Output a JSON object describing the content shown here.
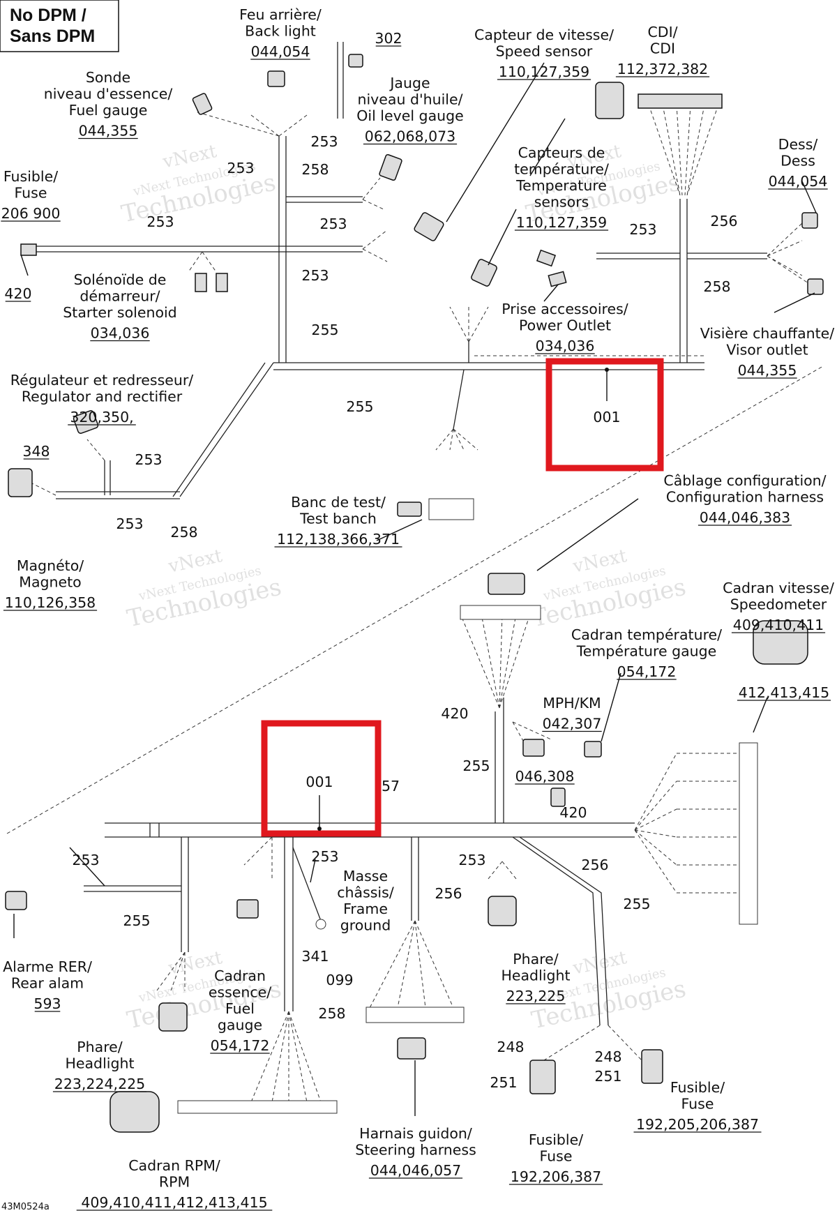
{
  "header": {
    "title_line1": "No DPM /",
    "title_line2": "Sans DPM"
  },
  "footer": {
    "code": "43M0524a"
  },
  "watermark": {
    "line1": "vNext",
    "line2": "vNext Technologies",
    "line3": "Technologies"
  },
  "colors": {
    "highlight": "#e0181e"
  },
  "callouts": [
    {
      "id": "feu-arriere",
      "lines": [
        "Feu arrière/",
        "Back light"
      ],
      "ref": "044,054"
    },
    {
      "id": "ref-302",
      "lines": [],
      "ref": "302"
    },
    {
      "id": "capteur-vitesse",
      "lines": [
        "Capteur de vitesse/",
        "Speed sensor"
      ],
      "ref": "110,127,359"
    },
    {
      "id": "cdi",
      "lines": [
        "CDI/",
        "CDI"
      ],
      "ref": "112,372,382"
    },
    {
      "id": "sonde-essence",
      "lines": [
        "Sonde",
        "niveau d'essence/",
        "Fuel gauge"
      ],
      "ref": "044,355"
    },
    {
      "id": "jauge-huile",
      "lines": [
        "Jauge",
        "niveau d'huile/",
        "Oil level gauge"
      ],
      "ref": "062,068,073"
    },
    {
      "id": "capteurs-temp",
      "lines": [
        "Capteurs de",
        "température/",
        "Temperature",
        "sensors"
      ],
      "ref": "110,127,359"
    },
    {
      "id": "dess",
      "lines": [
        "Dess/",
        "Dess"
      ],
      "ref": "044,054"
    },
    {
      "id": "fusible-top",
      "lines": [
        "Fusible/",
        "Fuse"
      ],
      "ref": "206 900"
    },
    {
      "id": "ref-420-top",
      "lines": [],
      "ref": "420"
    },
    {
      "id": "solenoide",
      "lines": [
        "Solénoïde de",
        "démarreur/",
        "Starter solenoid"
      ],
      "ref": "034,036"
    },
    {
      "id": "prise-acc",
      "lines": [
        "Prise accessoires/",
        "Power Outlet"
      ],
      "ref": "034,036"
    },
    {
      "id": "visiere",
      "lines": [
        "Visière chauffante/",
        "Visor outlet"
      ],
      "ref": "044,355"
    },
    {
      "id": "regulateur",
      "lines": [
        "Régulateur et redresseur/",
        "Regulator and rectifier"
      ],
      "ref": "320,350,"
    },
    {
      "id": "ref-348",
      "lines": [],
      "ref": "348"
    },
    {
      "id": "magneto",
      "lines": [
        "Magnéto/",
        "Magneto"
      ],
      "ref": "110,126,358"
    },
    {
      "id": "banc-test",
      "lines": [
        "Banc de test/",
        "Test banch"
      ],
      "ref": "112,138,366,371"
    },
    {
      "id": "cablage-config",
      "lines": [
        "Câblage configuration/",
        "Configuration harness"
      ],
      "ref": "044,046,383"
    },
    {
      "id": "cadran-vitesse",
      "lines": [
        "Cadran vitesse/",
        "Speedometer"
      ],
      "ref": "409,410,411"
    },
    {
      "id": "ref-412",
      "lines": [],
      "ref": "412,413,415"
    },
    {
      "id": "cadran-temp",
      "lines": [
        "Cadran température/",
        "Température gauge"
      ],
      "ref": "054,172"
    },
    {
      "id": "mph-km",
      "lines": [
        "MPH/KM"
      ],
      "ref": "042,307"
    },
    {
      "id": "ref-046-308",
      "lines": [],
      "ref": "046,308"
    },
    {
      "id": "alarme",
      "lines": [
        "Alarme RER/",
        "Rear alam"
      ],
      "ref": "593"
    },
    {
      "id": "masse",
      "lines": [
        "Masse",
        "châssis/",
        "Frame",
        "ground"
      ],
      "ref": ""
    },
    {
      "id": "phare-right",
      "lines": [
        "Phare/",
        "Headlight"
      ],
      "ref": "223,225"
    },
    {
      "id": "cadran-essence",
      "lines": [
        "Cadran",
        "essence/",
        "Fuel",
        "gauge"
      ],
      "ref": "054,172"
    },
    {
      "id": "phare-left",
      "lines": [
        "Phare/",
        "Headlight"
      ],
      "ref": "223,224,225"
    },
    {
      "id": "harnais-guidon",
      "lines": [
        "Harnais guidon/",
        "Steering harness"
      ],
      "ref": "044,046,057"
    },
    {
      "id": "fusible-mid",
      "lines": [
        "Fusible/",
        "Fuse"
      ],
      "ref": "192,206,387"
    },
    {
      "id": "fusible-right",
      "lines": [
        "Fusible/",
        "Fuse"
      ],
      "ref": "192,205,206,387"
    },
    {
      "id": "cadran-rpm",
      "lines": [
        "Cadran RPM/",
        "RPM"
      ],
      "ref": "409,410,411,412,413,415"
    }
  ],
  "wire_refs": {
    "top": [
      "253",
      "258",
      "253",
      "253",
      "253",
      "253",
      "255",
      "253",
      "256",
      "258",
      "255",
      "253",
      "253",
      "258"
    ],
    "bottom": [
      "57",
      "255",
      "420",
      "420",
      "253",
      "253",
      "256",
      "253",
      "255",
      "256",
      "255",
      "258",
      "341",
      "099",
      "248",
      "251",
      "248",
      "251"
    ]
  },
  "highlight_boxes": [
    {
      "label": "001"
    },
    {
      "label": "001"
    }
  ]
}
